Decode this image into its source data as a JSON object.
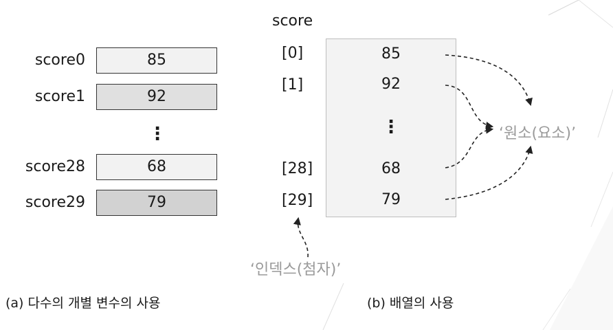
{
  "left_panel": {
    "variables": [
      {
        "name": "score0",
        "value": "85",
        "fill": "#f2f2f2"
      },
      {
        "name": "score1",
        "value": "92",
        "fill": "#e0e0e0"
      },
      {
        "name": "score28",
        "value": "68",
        "fill": "#f2f2f2"
      },
      {
        "name": "score29",
        "value": "79",
        "fill": "#d2d2d2"
      }
    ],
    "ellipsis": "⋮",
    "caption": "(a) 다수의 개별 변수의 사용"
  },
  "right_panel": {
    "array_name": "score",
    "indices": [
      "[0]",
      "[1]",
      "[28]",
      "[29]"
    ],
    "values": [
      "85",
      "92",
      "68",
      "79"
    ],
    "ellipsis": "⋮",
    "element_label": "‘원소(요소)’",
    "index_label": "‘인덱스(첨자)’",
    "caption": "(b) 배열의 사용"
  },
  "colors": {
    "cell_border": "#bdbdbd",
    "cell_fill": "#f3f3f3",
    "annotation_text": "#9a9a9a",
    "arrow": "#222222"
  }
}
